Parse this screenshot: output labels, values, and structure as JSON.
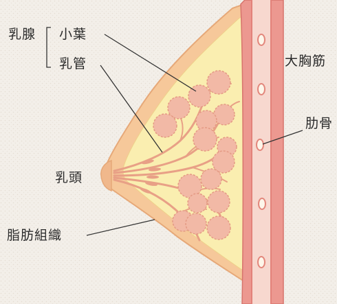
{
  "labels": {
    "mammary_gland": "乳腺",
    "lobule": "小葉",
    "milk_duct": "乳管",
    "nipple": "乳頭",
    "fat_tissue": "脂肪組織",
    "pectoral_muscle": "大胸筋",
    "rib": "肋骨"
  },
  "colors": {
    "background": "#f3efe9",
    "skin": "#f6c89a",
    "fat": "#faeeb0",
    "lobule": "#f2b9a6",
    "duct": "#e8a086",
    "muscle": "#ec9890",
    "rib_band": "#f7d8cf",
    "leader_line": "#333333"
  }
}
